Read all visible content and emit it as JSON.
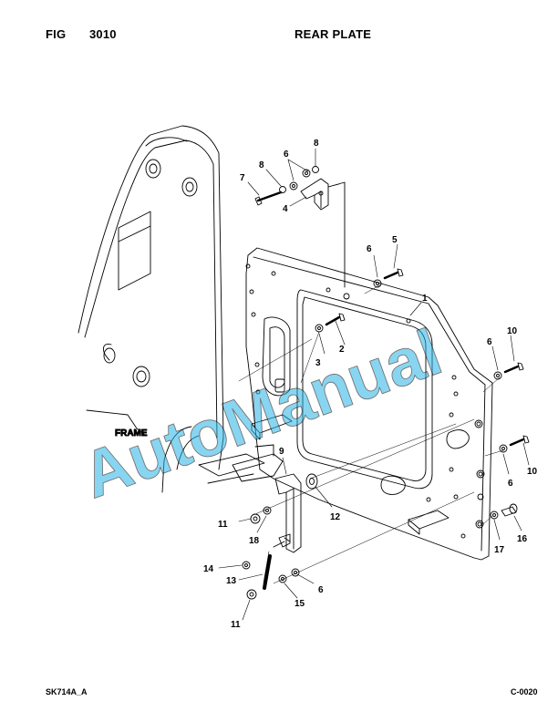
{
  "header": {
    "fig_label": "FIG",
    "fig_number": "3010",
    "title": "REAR PLATE"
  },
  "footer": {
    "left_code": "SK714A_A",
    "right_code": "C-0020"
  },
  "diagram": {
    "frame_label": "FRAME",
    "watermark": "AutoManual",
    "callouts": [
      "1",
      "2",
      "3",
      "4",
      "5",
      "6",
      "6",
      "6",
      "6",
      "6",
      "7",
      "8",
      "8",
      "9",
      "10",
      "10",
      "11",
      "11",
      "12",
      "13",
      "14",
      "15",
      "16",
      "17",
      "18"
    ]
  },
  "colors": {
    "line": "#000000",
    "watermark": "#28b4e6"
  }
}
